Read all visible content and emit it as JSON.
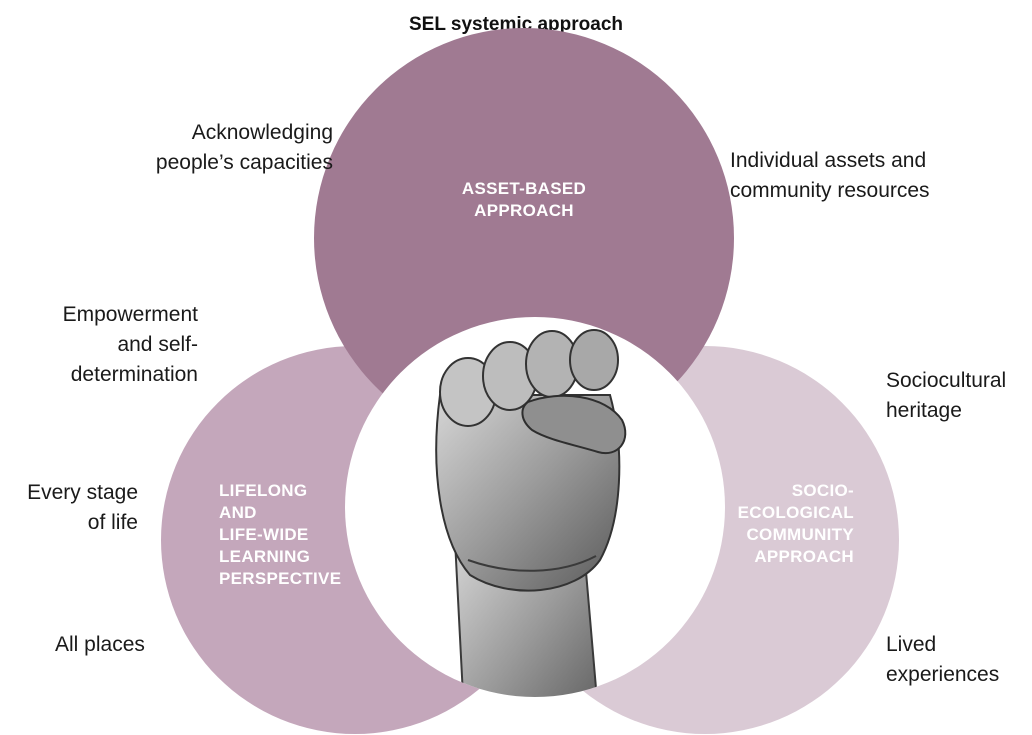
{
  "title": "SEL systemic approach",
  "circles": {
    "top": {
      "label": "ASSET-BASED\nAPPROACH",
      "color": "#A07A92"
    },
    "left": {
      "label": "LIFELONG\nAND\nLIFE-WIDE\nLEARNING\nPERSPECTIVE",
      "color": "#C4A7BB"
    },
    "right": {
      "label": "SOCIO-\nECOLOGICAL\nCOMMUNITY\nAPPROACH",
      "color": "#DACAD5"
    },
    "center": {
      "color": "#FFFFFF",
      "icon": "raised-fist-icon"
    }
  },
  "annotations": {
    "top_left": "Acknowledging\npeople’s capacities",
    "top_right": "Individual assets and\ncommunity resources",
    "left_top": "Empowerment\nand self-\ndetermination",
    "left_middle": "Every stage\nof life",
    "left_bottom": "All places",
    "right_top": "Sociocultural\nheritage",
    "right_bottom": "Lived\nexperiences"
  }
}
